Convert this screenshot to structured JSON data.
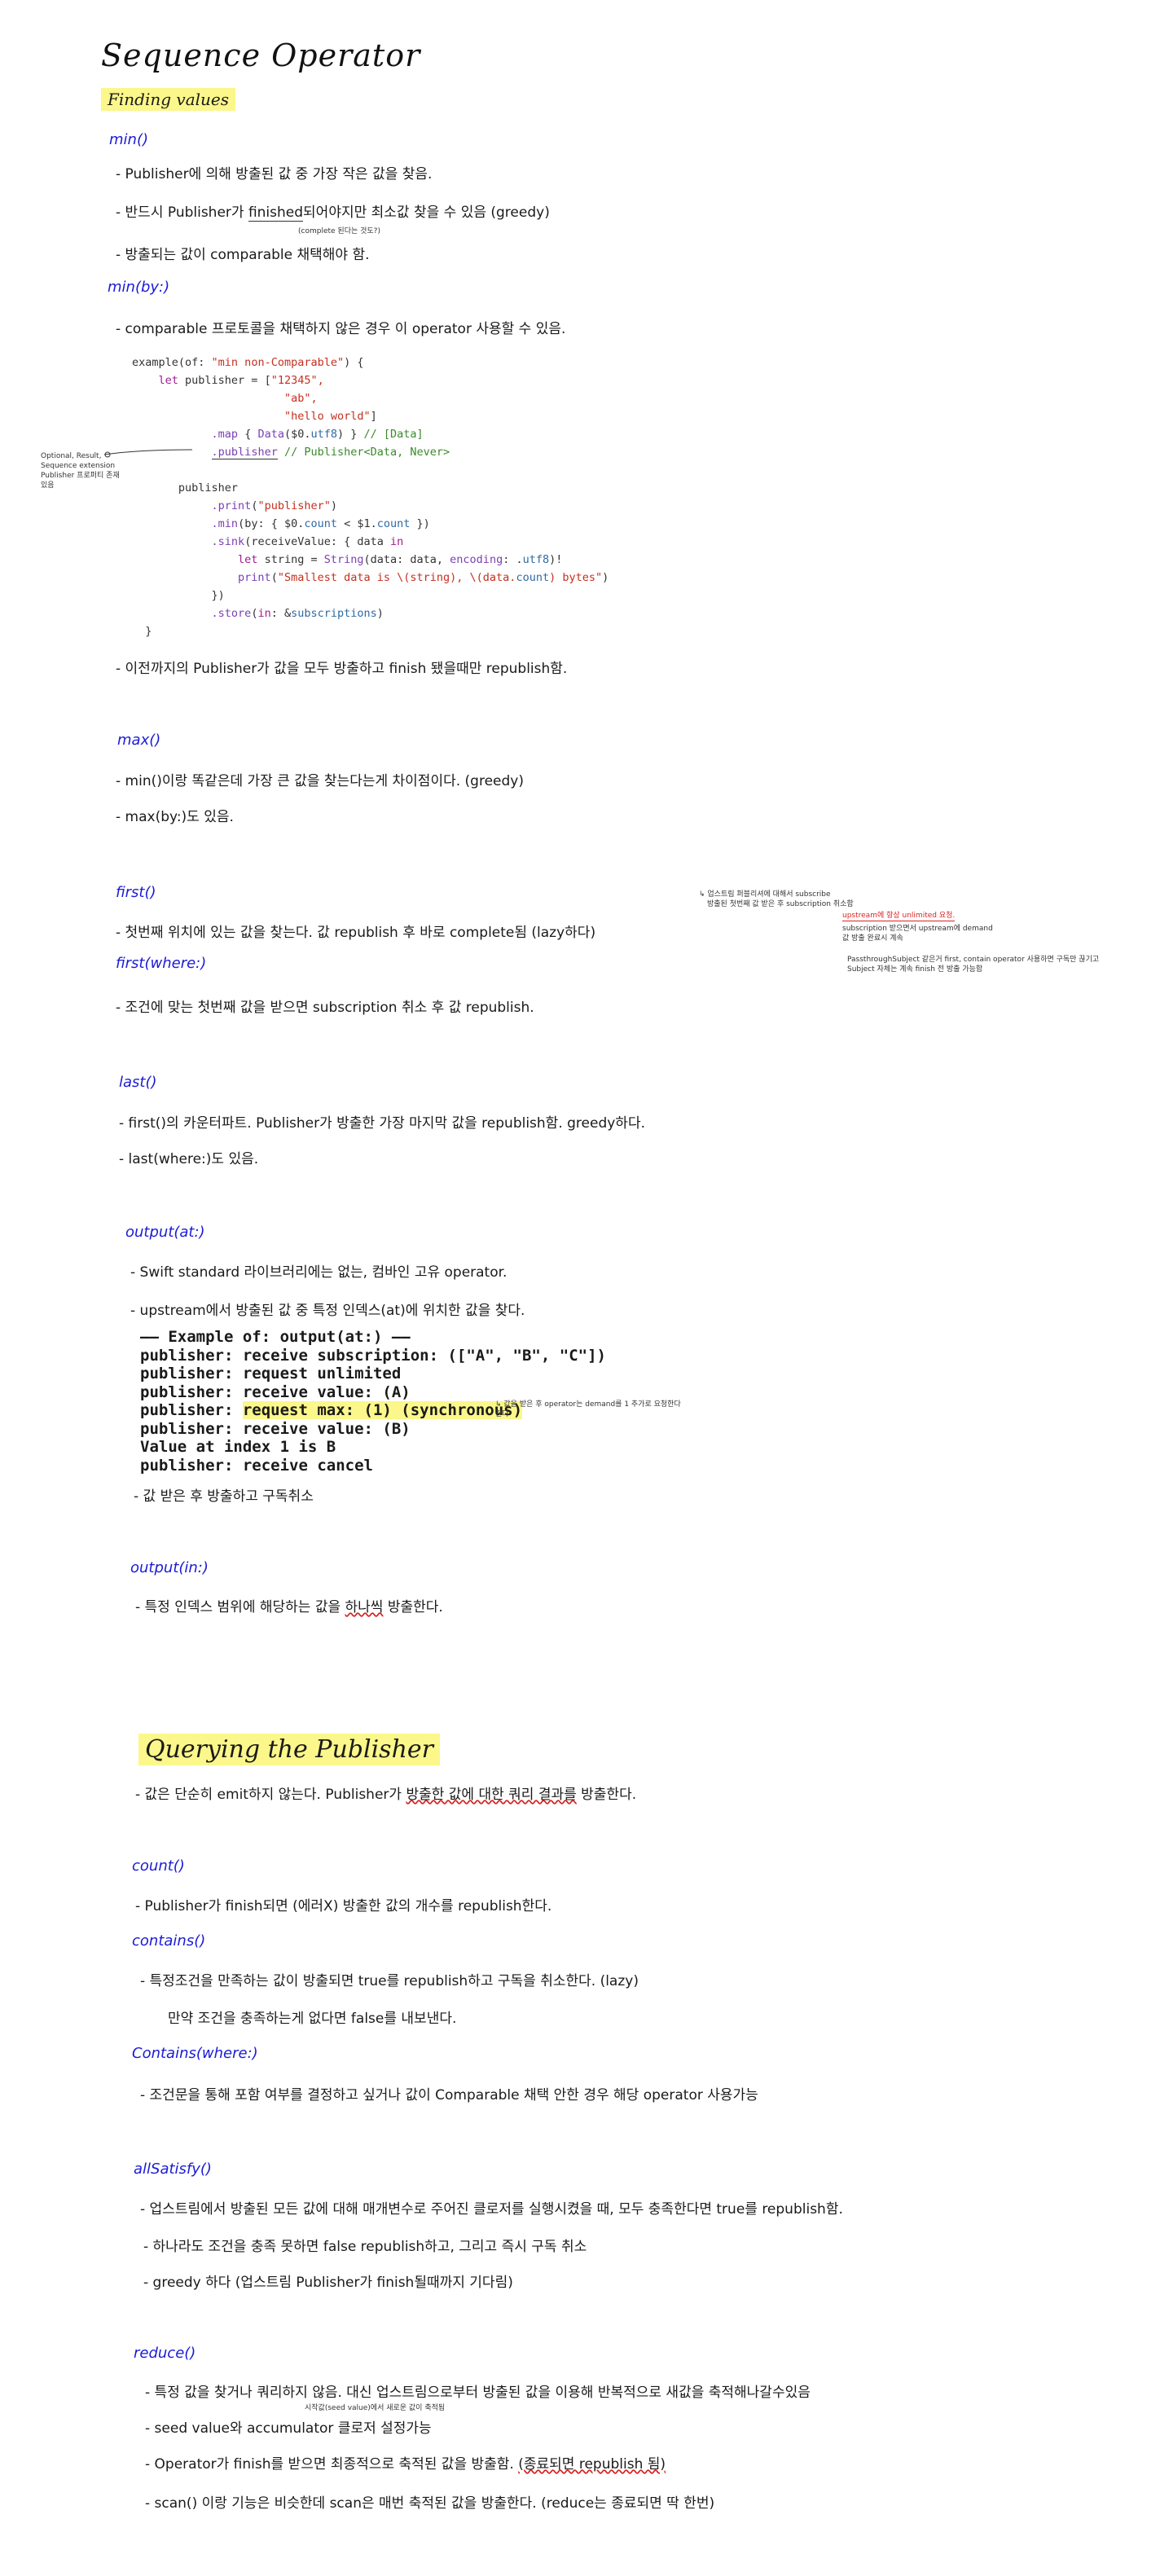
{
  "title": "Sequence Operator",
  "section1": "Finding values",
  "min": {
    "heading": "min()",
    "b1": "- Publisher에 의해 방출된 값 중 가장 작은 값을 찾음.",
    "b2_pre": "- 반드시 Publisher가",
    "b2_word": "finished",
    "b2_post": "되어야지만 최소값 찾을 수 있음 (greedy)",
    "b2_note": "(complete 된다는 것도?)",
    "b3": "- 방출되는 값이 comparable 채택해야 함."
  },
  "minby": {
    "heading": "min(by:)",
    "b1": "- comparable 프로토콜을 채택하지 않은 경우 이 operator 사용할 수 있음.",
    "b2": "- 이전까지의 Publisher가 값을 모두 방출하고 finish 됐을때만 republish함."
  },
  "side_note": [
    "Optional, Result,",
    "Sequence extension",
    "Publisher 프로퍼티 존재",
    "있음"
  ],
  "code": {
    "l1_a": "example(of: ",
    "l1_s": "\"min non-Comparable\"",
    "l1_b": ") {",
    "l2_k": "let",
    "l2_a": " publisher = [",
    "l2_s": "\"12345\",",
    "l3_s": "\"ab\",",
    "l4_s": "\"hello world\"",
    "l4_b": "]",
    "l5_f": ".map",
    "l5_a": " { ",
    "l5_f2": "Data",
    "l5_b": "($0.",
    "l5_p": "utf8",
    "l5_c": ") } ",
    "l5_cm": "// [Data]",
    "l6_f": ".publisher",
    "l6_cm": " // Publisher<Data, Never>",
    "l7": "publisher",
    "l8_f": ".print",
    "l8_a": "(",
    "l8_s": "\"publisher\"",
    "l8_b": ")",
    "l9_f": ".min",
    "l9_a": "(by: { $0.",
    "l9_p": "count",
    "l9_b": " < $1.",
    "l9_p2": "count",
    "l9_c": " })",
    "l10_f": ".sink",
    "l10_a": "(receiveValue: { data ",
    "l10_k": "in",
    "l11_k": "let",
    "l11_a": " string = ",
    "l11_f": "String",
    "l11_b": "(data: data, ",
    "l11_f2": "encoding",
    "l11_c": ": .",
    "l11_p": "utf8",
    "l11_d": ")!",
    "l12_f": "print",
    "l12_a": "(",
    "l12_s": "\"Smallest data is \\(string), \\(data.",
    "l12_p": "count",
    "l12_s2": ") bytes\"",
    "l12_b": ")",
    "l13": "})",
    "l14_f": ".store",
    "l14_a": "(",
    "l14_k": "in",
    "l14_b": ": &",
    "l14_p": "subscriptions",
    "l14_c": ")",
    "l15": "}"
  },
  "max": {
    "heading": "max()",
    "b1": "- min()이랑 똑같은데 가장 큰 값을 찾는다는게 차이점이다. (greedy)",
    "b2": "- max(by:)도 있음."
  },
  "first": {
    "heading": "first()",
    "b1": "- 첫번째 위치에 있는 값을 찾는다. 값 republish 후 바로 complete됨 (lazy하다)",
    "note1": "↳ 업스트림 퍼블리셔에 대해서 subscribe",
    "note1b": "방출된 첫번째 값 받은 후 subscription 취소함",
    "note_red1": "upstream에 항상 unlimited 요청.",
    "note_red2": "subscription 받으면서 upstream에 demand",
    "note_red3": "값 방출 완료시 계속",
    "note3a": "PassthroughSubject 같은거 first, contain operator 사용하면 구독만 끊기고",
    "note3b": "Subject 자체는 계속 finish 전 방출 가능함"
  },
  "firstwhere": {
    "heading": "first(where:)",
    "b1": "- 조건에 맞는 첫번째 값을 받으면 subscription 취소 후 값 republish."
  },
  "last": {
    "heading": "last()",
    "b1": "- first()의 카운터파트. Publisher가 방출한 가장 마지막 값을 republish함. greedy하다.",
    "b2": "- last(where:)도 있음."
  },
  "outputat": {
    "heading": "output(at:)",
    "b1": "- Swift standard 라이브러리에는 없는, 컴바인 고유 operator.",
    "b2": "- upstream에서 방출된 값 중 특정 인덱스(at)에 위치한 값을 찾다.",
    "log": [
      "—— Example of: output(at:) ——",
      "publisher: receive subscription: ([\"A\", \"B\", \"C\"])",
      "publisher: request unlimited",
      "publisher: receive value: (A)",
      "publisher: ",
      "publisher: receive value: (B)",
      "Value at index 1 is B",
      "publisher: receive cancel"
    ],
    "log_hl": "request max: (1) (synchronous)",
    "log_note1": "↳ 값을 받은 후 operator는 demand를 1  추가로 요청한다",
    "log_note2": "한다",
    "b3": "- 값 받은 후 방출하고 구독취소"
  },
  "outputin": {
    "heading": "output(in:)",
    "b1_pre": "- 특정 인덱스 범위에 해당하는 값을",
    "b1_mark": "하나씩",
    "b1_post": "방출한다."
  },
  "section2": "Querying the Publisher",
  "query": {
    "intro_pre": "- 값은 단순히 emit하지 않는다. Publisher가",
    "intro_mark": "방출한 값에 대한 쿼리 결과를",
    "intro_post": "방출한다."
  },
  "count": {
    "heading": "count()",
    "b1": "- Publisher가 finish되면 (에러X) 방출한 값의 개수를 republish한다."
  },
  "contains": {
    "heading": "contains()",
    "b1": "- 특정조건을 만족하는 값이 방출되면 true를 republish하고 구독을 취소한다. (lazy)",
    "b2": "만약 조건을 충족하는게 없다면 false를 내보낸다."
  },
  "containswhere": {
    "heading": "Contains(where:)",
    "b1": "- 조건문을 통해 포함 여부를 결정하고 싶거나 값이 Comparable 채택 안한 경우 해당 operator 사용가능"
  },
  "allsatisfy": {
    "heading": "allSatisfy()",
    "b1": "- 업스트림에서 방출된 모든 값에 대해 매개변수로 주어진 클로저를 실행시켰을 때, 모두 충족한다면 true를 republish함.",
    "b2": "- 하나라도 조건을 충족 못하면 false republish하고, 그리고 즉시 구독 취소",
    "b3": "- greedy 하다 (업스트림 Publisher가 finish될때까지 기다림)"
  },
  "reduce": {
    "heading": "reduce()",
    "b1": "- 특정 값을 찾거나 쿼리하지 않음. 대신 업스트림으로부터 방출된 값을 이용해 반복적으로 새값을 축적해나갈수있음",
    "b2_note": "시작값(seed value)에서 새로운 값이 축적됨",
    "b2": "- seed value와 accumulator 클로저 설정가능",
    "b3_pre": "- Operator가 finish를 받으면 최종적으로 축적된 값을 방출함.",
    "b3_mark": "(종료되면 republish 됨)",
    "b4": "- scan() 이랑 기능은 비슷한데 scan은 매번 축적된 값을 방출한다. (reduce는 종료되면 딱 한번)"
  }
}
